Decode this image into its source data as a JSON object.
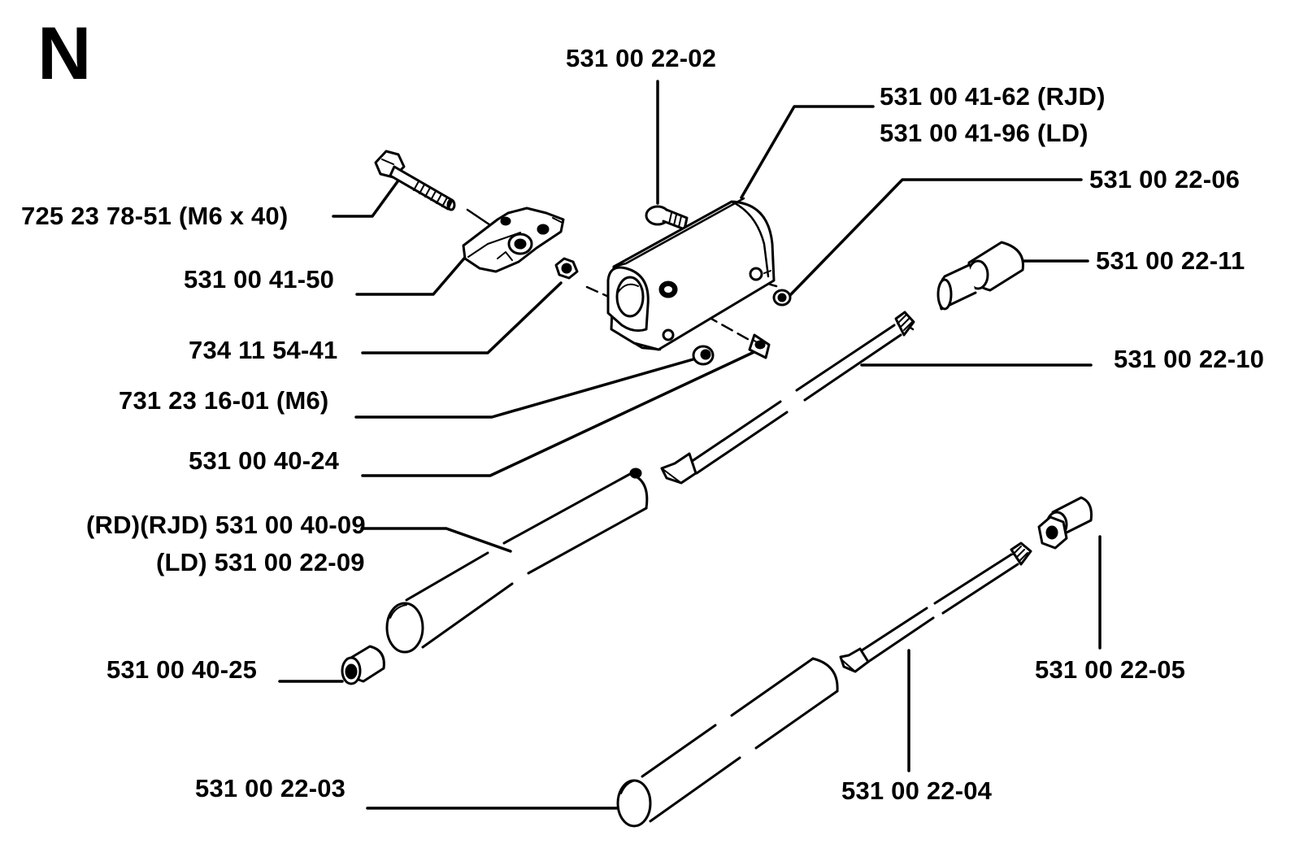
{
  "section": "N",
  "labels": {
    "p_22_02": "531 00 22-02",
    "p_41_62": "531 00 41-62 (RJD)",
    "p_41_96": "531 00 41-96 (LD)",
    "p_22_06": "531 00 22-06",
    "p_78_51": "725 23 78-51 (M6 x 40)",
    "p_22_11": "531 00 22-11",
    "p_41_50": "531 00 41-50",
    "p_54_41": "734 11 54-41",
    "p_22_10": "531 00 22-10",
    "p_16_01": "731 23 16-01 (M6)",
    "p_40_24": "531 00 40-24",
    "p_40_09": "(RD)(RJD) 531 00 40-09",
    "p_22_09": "(LD) 531 00 22-09",
    "p_40_25": "531 00 40-25",
    "p_22_05": "531 00 22-05",
    "p_22_03": "531 00 22-03",
    "p_22_04": "531 00 22-04"
  }
}
